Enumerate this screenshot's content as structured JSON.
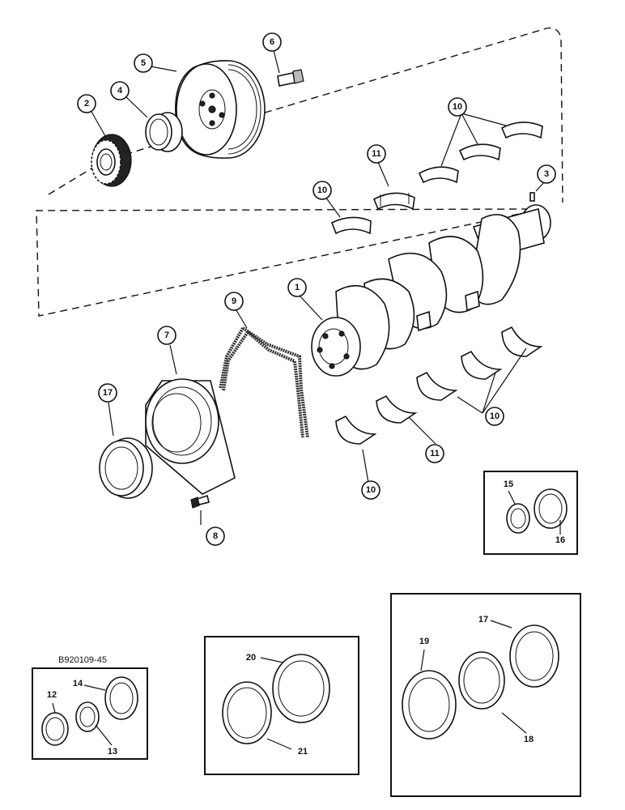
{
  "reference_code": "B920109-45",
  "callouts": {
    "c1": "1",
    "c2": "2",
    "c3": "3",
    "c4": "4",
    "c5": "5",
    "c6": "6",
    "c7": "7",
    "c8": "8",
    "c9": "9",
    "c10a": "10",
    "c10b": "10",
    "c10c": "10",
    "c10d": "10",
    "c11a": "11",
    "c11b": "11",
    "c12": "12",
    "c13": "13",
    "c14": "14",
    "c15": "15",
    "c16": "16",
    "c17a": "17",
    "c17b": "17",
    "c18": "18",
    "c19": "19",
    "c20": "20",
    "c21": "21"
  }
}
